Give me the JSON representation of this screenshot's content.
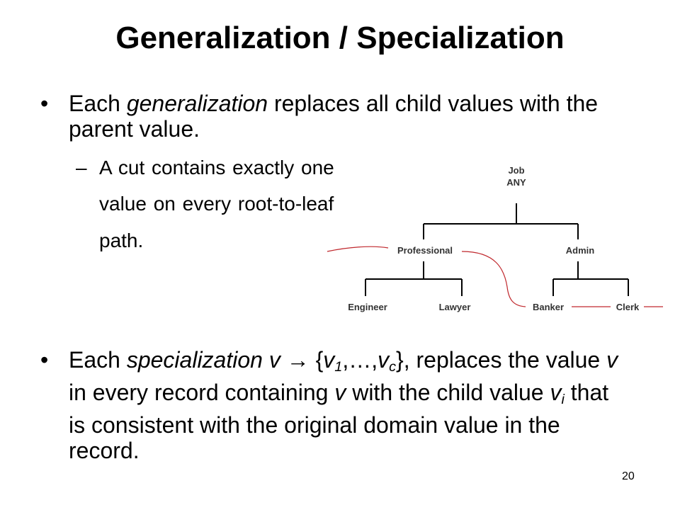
{
  "title": "Generalization / Specialization",
  "bullet1": {
    "t1": "Each ",
    "em1": "generalization",
    "t2": " replaces all child values with the parent value."
  },
  "subbullet": {
    "marker": "–",
    "line1": "A cut contains exactly one",
    "line2": "value on every root-to-leaf",
    "line3": "path."
  },
  "bullet2": {
    "t1": "Each ",
    "em1": "specialization v",
    "arrow": "→",
    "t2": " {",
    "v1_var": "v",
    "v1_sub": "1",
    "t3": ",…,",
    "vc_var": "v",
    "vc_sub": "c",
    "t4": "}, replaces the value ",
    "em2": "v",
    "t5": " in every record containing ",
    "em3": "v",
    "t6": " with the child value ",
    "vi_var": "v",
    "vi_sub": "i",
    "t7": " that is consistent with the original domain value in the record."
  },
  "tree": {
    "root_line1": "Job",
    "root_line2": "ANY",
    "professional": "Professional",
    "admin": "Admin",
    "engineer": "Engineer",
    "lawyer": "Lawyer",
    "banker": "Banker",
    "clerk": "Clerk"
  },
  "colors": {
    "cut_line": "#c0282d",
    "tree_line": "#000000"
  },
  "page_number": "20"
}
